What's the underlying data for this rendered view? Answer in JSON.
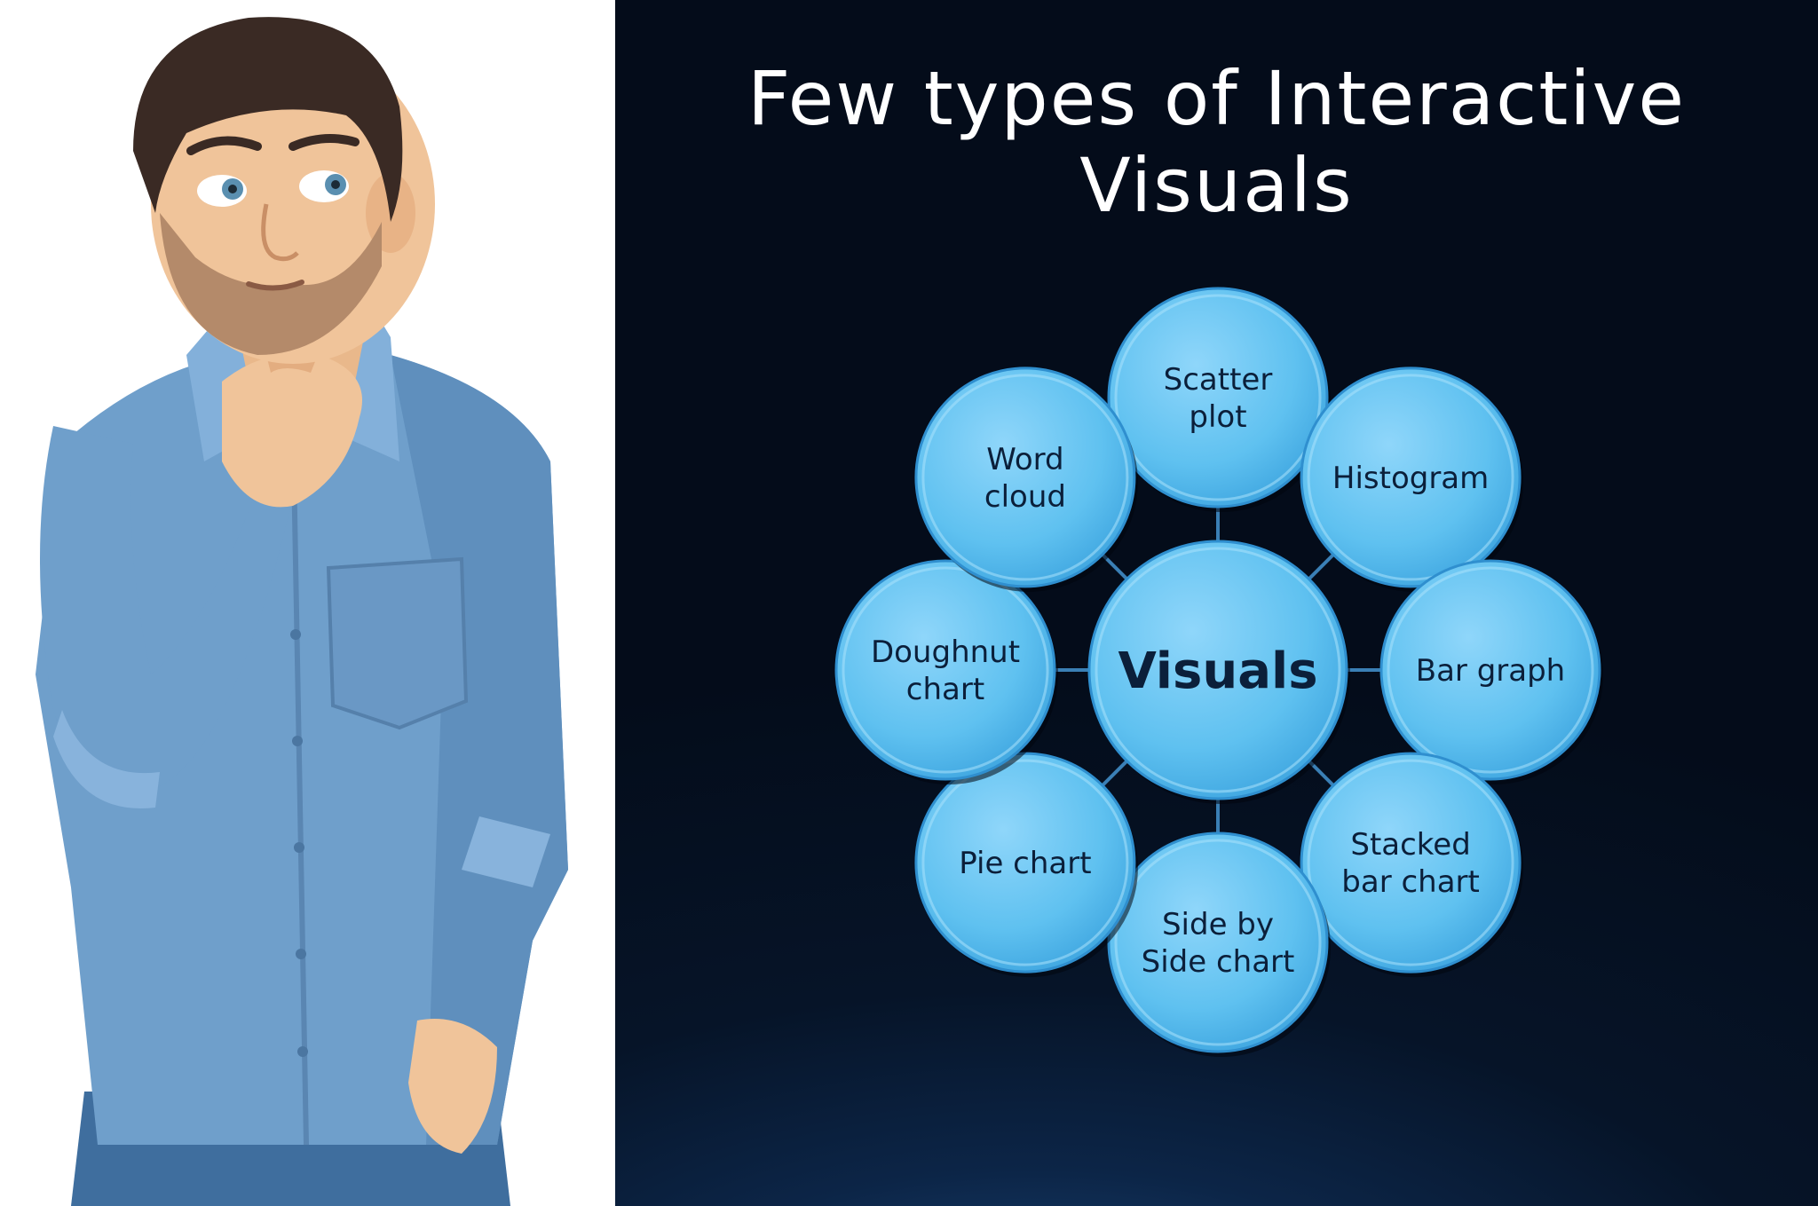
{
  "slide": {
    "title": "Few types of Interactive Visuals"
  },
  "diagram": {
    "center": {
      "label": "Visuals"
    },
    "nodes": [
      {
        "id": "scatter-plot",
        "lines": [
          "Scatter",
          "plot"
        ]
      },
      {
        "id": "histogram",
        "lines": [
          "Histogram"
        ]
      },
      {
        "id": "bar-graph",
        "lines": [
          "Bar graph"
        ]
      },
      {
        "id": "stacked-bar-chart",
        "lines": [
          "Stacked",
          "bar chart"
        ]
      },
      {
        "id": "side-by-side-chart",
        "lines": [
          "Side by",
          "Side chart"
        ]
      },
      {
        "id": "pie-chart",
        "lines": [
          "Pie chart"
        ]
      },
      {
        "id": "doughnut-chart",
        "lines": [
          "Doughnut",
          "chart"
        ]
      },
      {
        "id": "word-cloud",
        "lines": [
          "Word",
          "cloud"
        ]
      }
    ]
  },
  "colors": {
    "node_fill": "#5fc1f0",
    "node_edge": "#2f8fcf",
    "connector": "#3a7fb5",
    "label": "#0b1f3a",
    "shirt": "#6f9fcb"
  },
  "illustration": {
    "subject": "thinking-man"
  }
}
